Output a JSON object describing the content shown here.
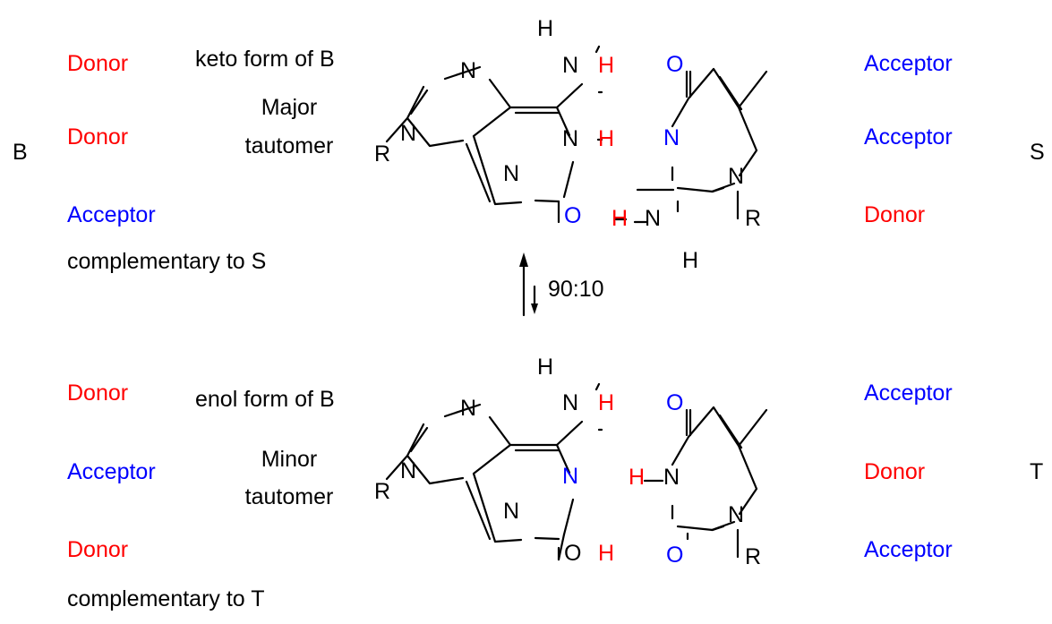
{
  "colors": {
    "donor": "#ff0000",
    "acceptor": "#0000ff",
    "text": "#000000"
  },
  "labels": {
    "donor": "Donor",
    "acceptor": "Acceptor",
    "b": "B",
    "s": "S",
    "t": "T"
  },
  "top": {
    "form": "keto form of B",
    "tautomer_line1": "Major",
    "tautomer_line2": "tautomer",
    "complementary": "complementary to S"
  },
  "bottom": {
    "form": "enol form of B",
    "tautomer_line1": "Minor",
    "tautomer_line2": "tautomer",
    "complementary": "complementary to T"
  },
  "equilibrium": {
    "ratio": "90:10"
  },
  "atoms": {
    "N": "N",
    "H": "H",
    "O": "O",
    "R": "R"
  }
}
